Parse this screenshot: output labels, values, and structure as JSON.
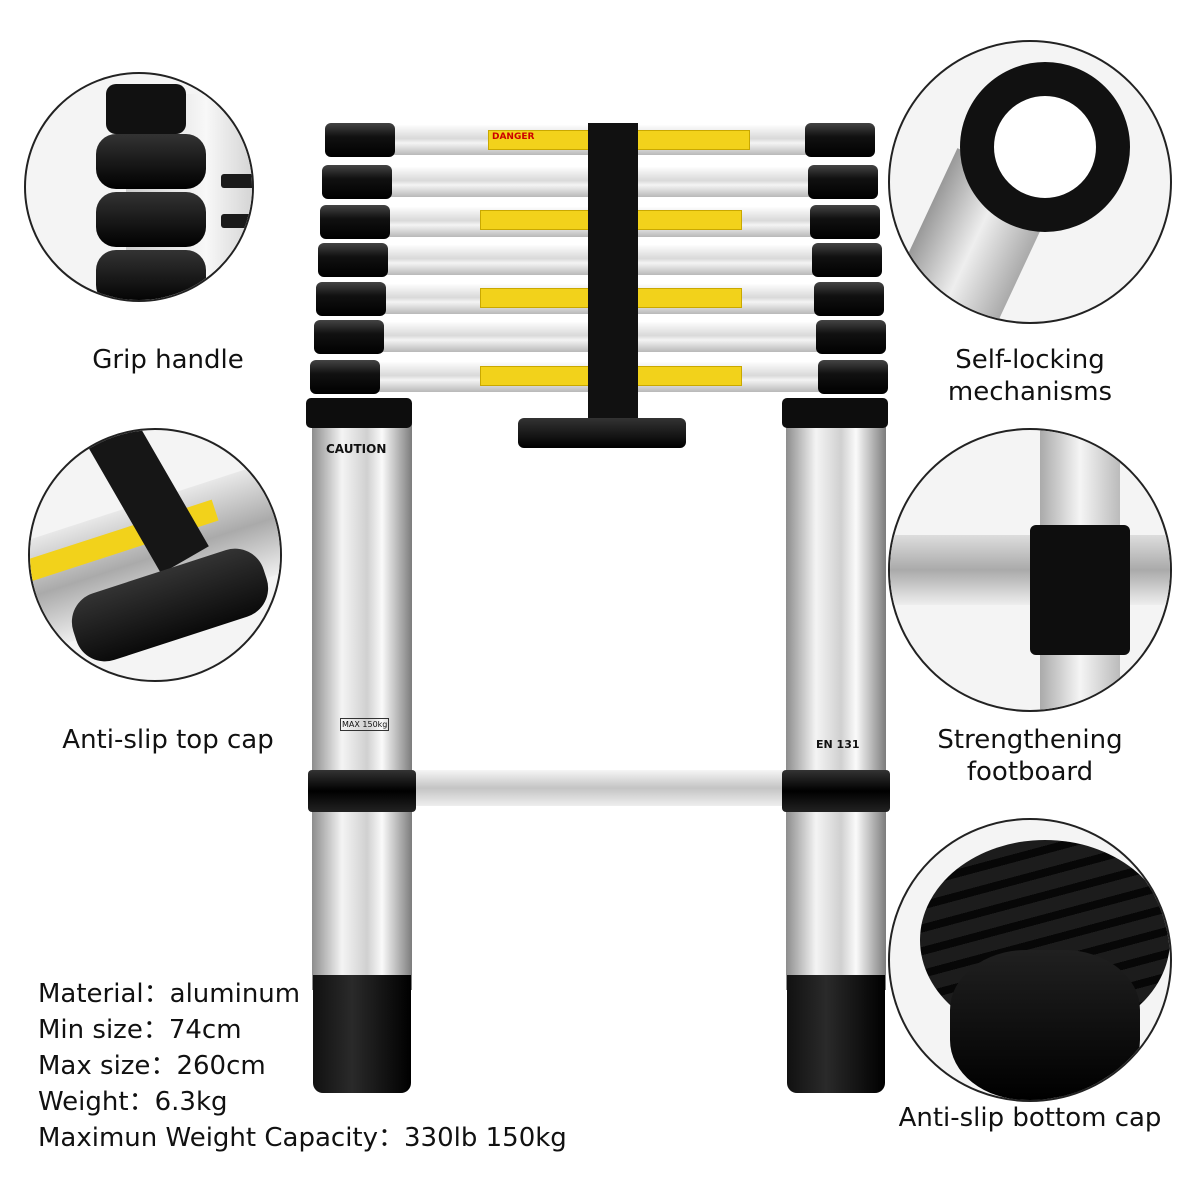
{
  "features": {
    "grip_handle": "Grip handle",
    "anti_slip_top_cap": "Anti-slip top cap",
    "self_locking_line1": "Self-locking",
    "self_locking_line2": "mechanisms",
    "strengthening_line1": "Strengthening",
    "strengthening_line2": "footboard",
    "anti_slip_bottom_cap": "Anti-slip bottom cap"
  },
  "specs": [
    {
      "label": "Material：",
      "value": "aluminum"
    },
    {
      "label": "Min size：",
      "value": "74cm"
    },
    {
      "label": "Max size：",
      "value": "260cm"
    },
    {
      "label": "Weight：",
      "value": "6.3kg"
    },
    {
      "label": "Maximun Weight Capacity：",
      "value": "330lb 150kg"
    }
  ],
  "ladder_labels": {
    "danger": "DANGER",
    "caution": "CAUTION",
    "standard": "EN 131",
    "max_load": "MAX 150kg"
  },
  "colors": {
    "warning_yellow": "#f2d21b",
    "cap_black": "#111111",
    "aluminum": "#d9d9d9"
  }
}
